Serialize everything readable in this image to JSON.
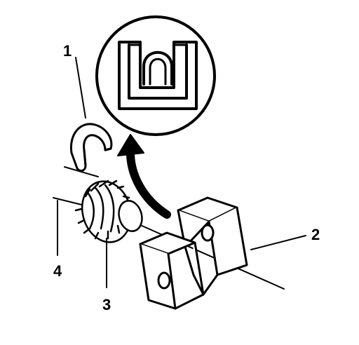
{
  "callouts": {
    "n1": "1",
    "n2": "2",
    "n3": "3",
    "n4": "4"
  },
  "colors": {
    "ink": "#000000",
    "paper": "#ffffff"
  },
  "parts": {
    "clip": "u-shaped-retaining-clip",
    "gear": "bevel-pinion-gear",
    "bracket": "v-notch-bracket",
    "arrow": "installation-direction-arrow",
    "inset": "clip-detail-magnified-view"
  }
}
